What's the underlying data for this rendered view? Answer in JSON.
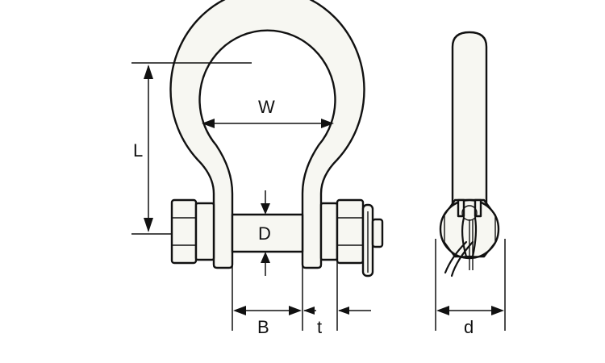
{
  "labels": {
    "width": "W",
    "length": "L",
    "pin_diameter": "D",
    "bow_width": "B",
    "thickness": "t",
    "eye_diameter": "d"
  }
}
